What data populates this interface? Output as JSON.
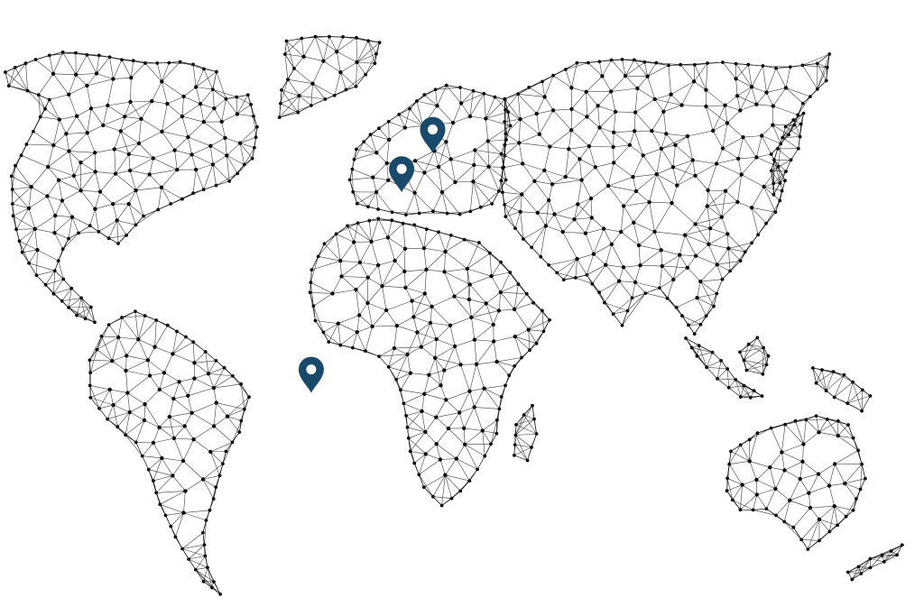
{
  "map": {
    "style": "low-poly-network-world-map",
    "colors": {
      "background": "#ffffff",
      "mesh": "#1a1a1a",
      "node": "#0d0d0d",
      "pin": "#184a6b"
    },
    "pins": [
      {
        "name": "location-pin-brazil",
        "icon": "map-pin-icon",
        "lon": -47.9,
        "lat": -15.8
      },
      {
        "name": "location-pin-portugal",
        "icon": "map-pin-icon",
        "lon": -8.6,
        "lat": 41.2
      },
      {
        "name": "location-pin-netherlands",
        "icon": "map-pin-icon",
        "lon": 4.9,
        "lat": 52.4
      }
    ]
  }
}
